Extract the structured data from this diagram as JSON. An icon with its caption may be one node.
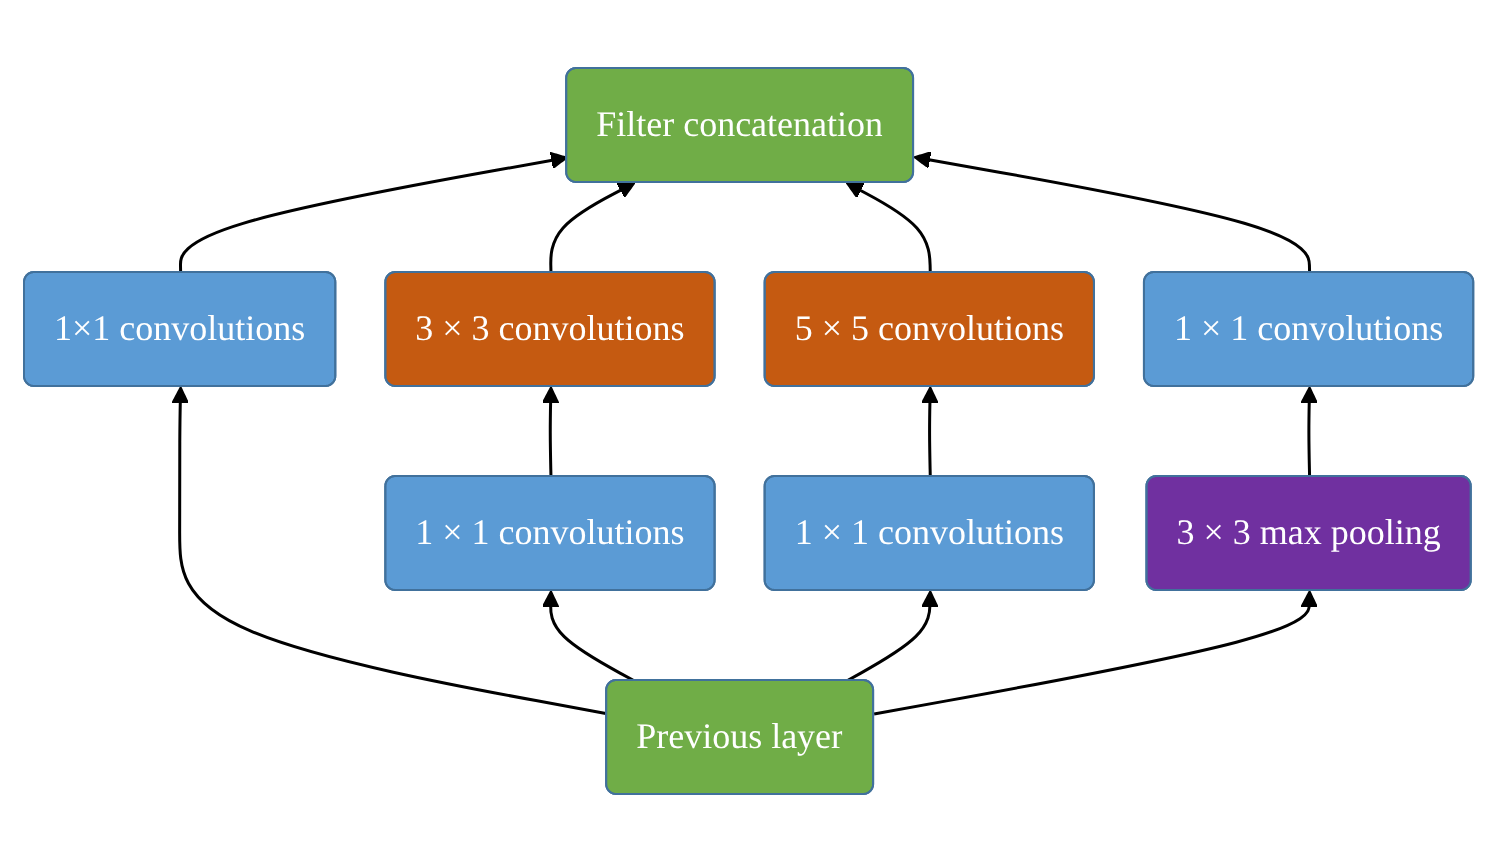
{
  "diagram": {
    "nodes": [
      {
        "text": [
          "Filter concatenation"
        ]
      },
      {
        "text": [
          "1×1 convolutions"
        ]
      },
      {
        "text": [
          "3 × 3 convolutions"
        ]
      },
      {
        "text": [
          "5 × 5 convolutions"
        ]
      },
      {
        "text": [
          "1 × 1 convolutions"
        ]
      },
      {
        "text": [
          "1 × 1 convolutions"
        ]
      },
      {
        "text": [
          "1 × 1 convolutions"
        ]
      },
      {
        "text": [
          "3 × 3 max pooling"
        ]
      },
      {
        "text": [
          "Previous layer"
        ]
      }
    ],
    "edges": [
      {
        "from": 8,
        "to": 1,
        "arrow": "to"
      },
      {
        "from": 8,
        "to": 5,
        "arrow": "to"
      },
      {
        "from": 8,
        "to": 6,
        "arrow": "to"
      },
      {
        "from": 8,
        "to": 7,
        "arrow": "to"
      },
      {
        "from": 5,
        "to": 2,
        "arrow": "to"
      },
      {
        "from": 6,
        "to": 3,
        "arrow": "to"
      },
      {
        "from": 7,
        "to": 4,
        "arrow": "to"
      },
      {
        "from": 1,
        "to": 0,
        "arrow": "to"
      },
      {
        "from": 2,
        "to": 0,
        "arrow": "to"
      },
      {
        "from": 3,
        "to": 0,
        "arrow": "to"
      },
      {
        "from": 4,
        "to": 0,
        "arrow": "to"
      }
    ]
  }
}
